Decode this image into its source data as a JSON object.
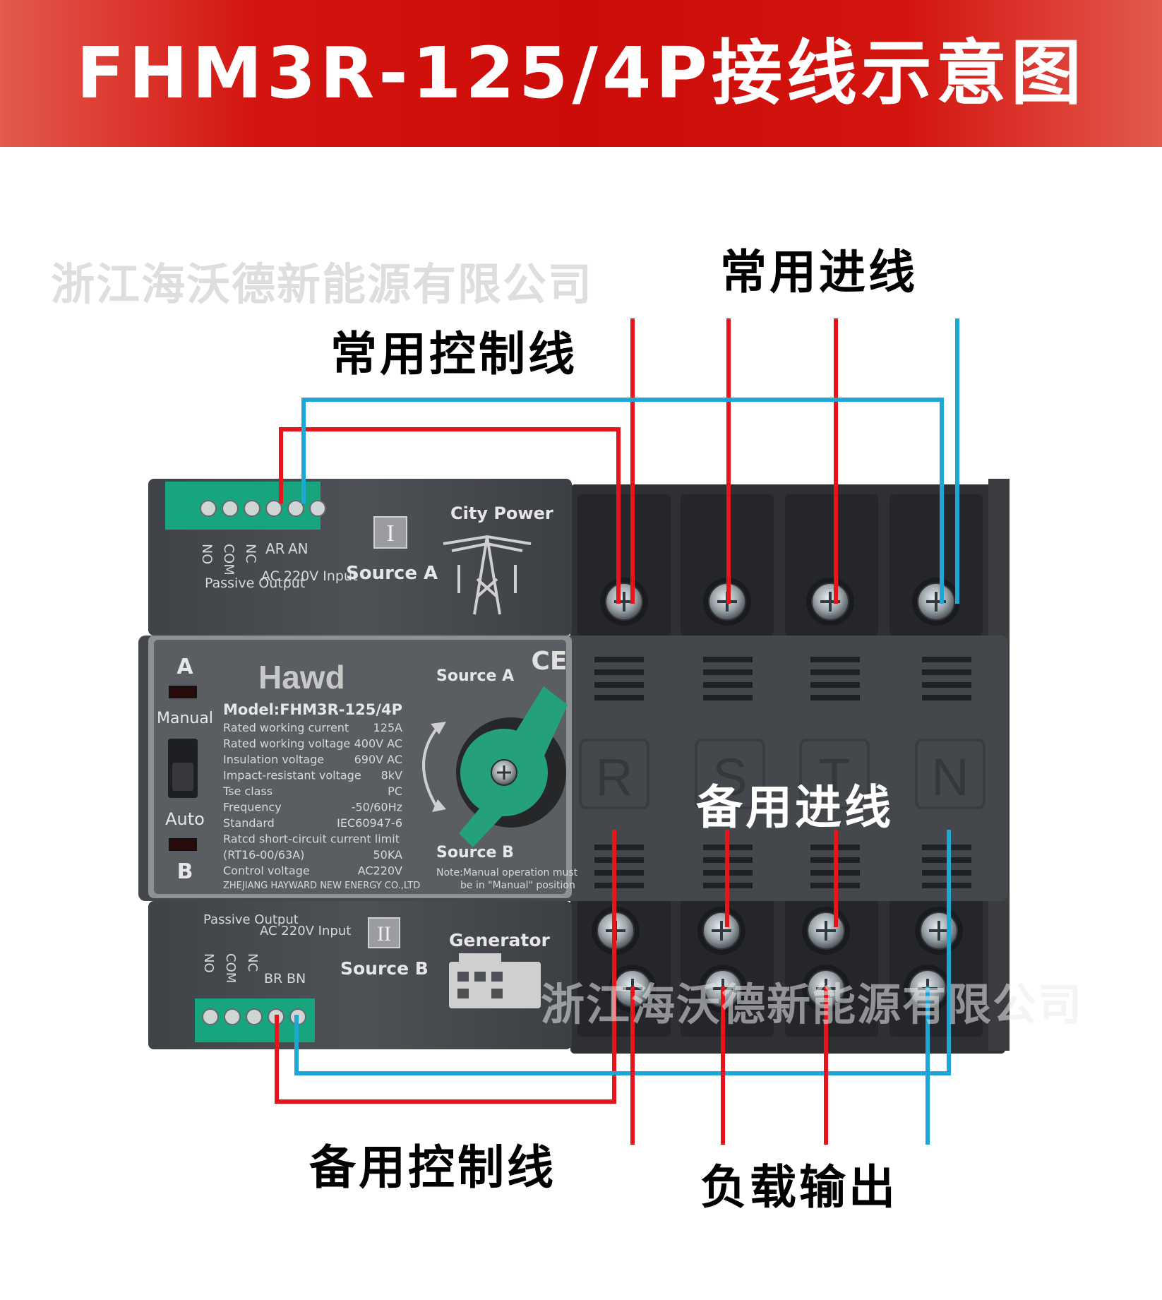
{
  "header": {
    "title": "FHM3R-125/4P接线示意图"
  },
  "watermark": {
    "text": "浙江海沃德新能源有限公司"
  },
  "callouts": {
    "normal_input": "常用进线",
    "normal_control": "常用控制线",
    "backup_input": "备用进线",
    "backup_control": "备用控制线",
    "load_output": "负载输出"
  },
  "top_module": {
    "terminal_labels": [
      "NO",
      "COM",
      "NC",
      "AR",
      "AN"
    ],
    "passive_output": "Passive Output",
    "input": "AC 220V Input",
    "roman": "I",
    "source": "Source A",
    "city_power": "City Power"
  },
  "bottom_module": {
    "passive_output": "Passive Output",
    "input": "AC 220V Input",
    "terminal_labels": [
      "NO",
      "COM",
      "NC",
      "BR",
      "BN"
    ],
    "roman": "II",
    "source": "Source B",
    "generator": "Generator"
  },
  "front_panel": {
    "label_a": "A",
    "manual": "Manual",
    "auto": "Auto",
    "label_b": "B",
    "brand": "Hawd",
    "model": "Model:FHM3R-125/4P",
    "specs": [
      {
        "name": "Rated working current",
        "value": "125A"
      },
      {
        "name": "Rated working voltage",
        "value": "400V AC"
      },
      {
        "name": "Insulation voltage",
        "value": "690V AC"
      },
      {
        "name": "Impact-resistant voltage",
        "value": "8kV"
      },
      {
        "name": "Tse class",
        "value": "PC"
      },
      {
        "name": "Frequency",
        "value": "-50/60Hz"
      },
      {
        "name": "Standard",
        "value": "IEC60947-6"
      },
      {
        "name": "Ratcd short-circuit current limit",
        "value": ""
      },
      {
        "name": "(RT16-00/63A)",
        "value": "50KA"
      },
      {
        "name": "Control voltage",
        "value": "AC220V"
      }
    ],
    "company": "ZHEJIANG HAYWARD NEW ENERGY CO.,LTD",
    "source_a": "Source A",
    "source_b": "Source B",
    "ce_mark": "CE",
    "note_line1": "Note:Manual operation must",
    "note_line2": "be in \"Manual\" position"
  },
  "phases": [
    "R",
    "S",
    "T",
    "N"
  ],
  "colors": {
    "banner": "#cc0c08",
    "phase_wire": "#e8141b",
    "neutral_wire": "#1ea7d6",
    "housing": "#4a4d52"
  }
}
